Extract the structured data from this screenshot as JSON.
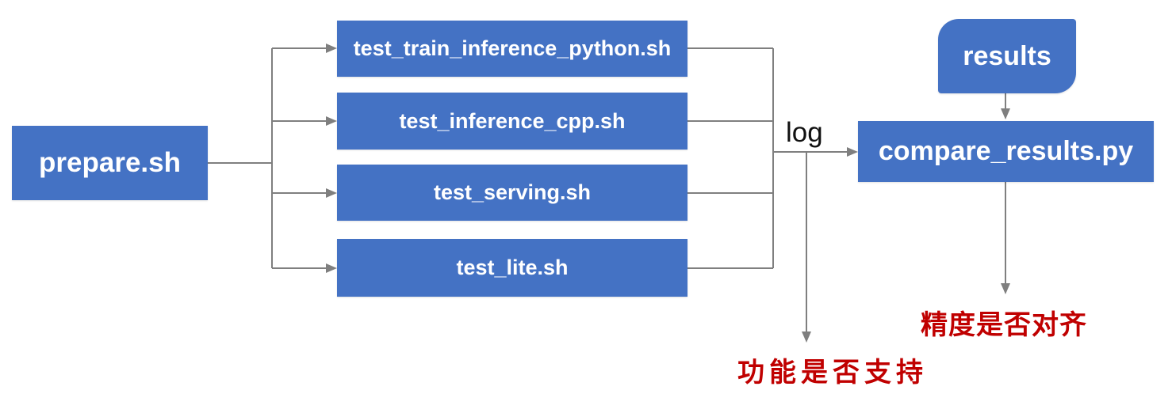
{
  "diagram": {
    "prepare": {
      "label": "prepare.sh"
    },
    "test_scripts": [
      {
        "label": "test_train_inference_python.sh"
      },
      {
        "label": "test_inference_cpp.sh"
      },
      {
        "label": "test_serving.sh"
      },
      {
        "label": "test_lite.sh"
      }
    ],
    "results": {
      "label": "results"
    },
    "compare": {
      "label": "compare_results.py"
    },
    "edge_labels": {
      "log": "log"
    },
    "annotations": {
      "function_support": "功能是否支持",
      "precision_alignment": "精度是否对齐"
    },
    "colors": {
      "node_fill": "#4472C4",
      "node_text": "#FFFFFF",
      "connector": "#7F7F7F",
      "annotation_text": "#C00000",
      "edge_label_text": "#111111"
    }
  }
}
